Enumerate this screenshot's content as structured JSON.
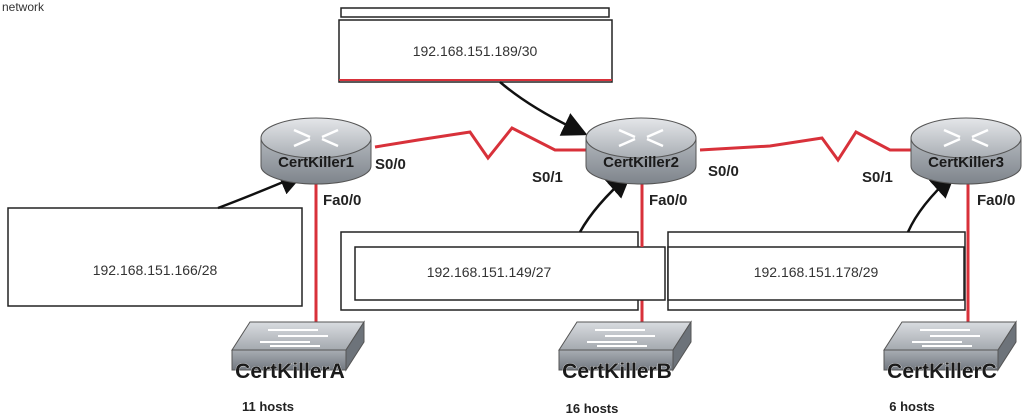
{
  "header_fragment": "network",
  "routers": [
    {
      "name": "CertKiller1"
    },
    {
      "name": "CertKiller2"
    },
    {
      "name": "CertKiller3"
    }
  ],
  "switches": [
    {
      "name": "CertKillerA",
      "hosts": "11 hosts"
    },
    {
      "name": "CertKillerB",
      "hosts": "16 hosts"
    },
    {
      "name": "CertKillerC",
      "hosts": "6 hosts"
    }
  ],
  "interfaces": {
    "r1_s00": "S0/0",
    "r1_fa00": "Fa0/0",
    "r2_s01": "S0/1",
    "r2_s00": "S0/0",
    "r2_fa00": "Fa0/0",
    "r3_s01": "S0/1",
    "r3_fa00": "Fa0/0"
  },
  "addresses": {
    "serial_link": "192.168.151.189/30",
    "lan_a": "192.168.151.166/28",
    "lan_b": "192.168.151.149/27",
    "lan_c": "192.168.151.178/29"
  },
  "colors": {
    "link": "#d8313a",
    "router_body": "#9aa0a7",
    "router_top": "#c8ccd1",
    "switch_body": "#8f959c",
    "switch_top": "#c3c7cc",
    "arrow": "#111111"
  }
}
